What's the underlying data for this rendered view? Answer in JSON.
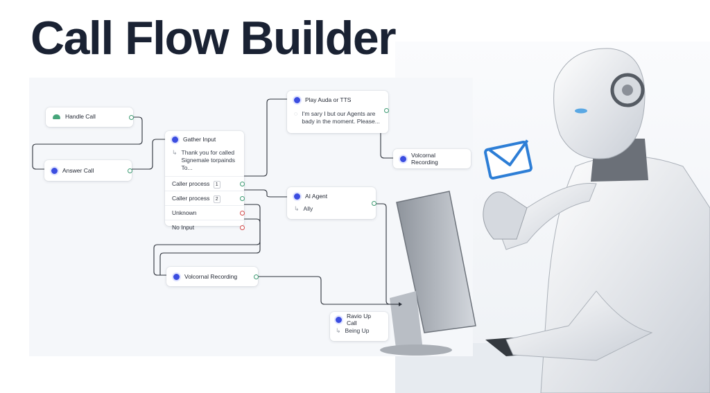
{
  "headline": "Call Flow Builder",
  "nodes": {
    "handle_call": {
      "label": "Handle Call"
    },
    "answer_call": {
      "label": "Answer Call"
    },
    "gather_input": {
      "label": "Gather Input",
      "prompt_line1": "Thank you for called",
      "prompt_line2": "Signemale torpainds To...",
      "options": [
        {
          "label": "Caller process",
          "badge": "1"
        },
        {
          "label": "Caller process",
          "badge": "2"
        },
        {
          "label": "Unknown"
        },
        {
          "label": "No Input"
        }
      ]
    },
    "play_audio": {
      "label": "Play Auda or TTS",
      "text_line1": "I'm sary I but our Agents are",
      "text_line2": "bady in the moment. Please..."
    },
    "recording_top": {
      "label": "Volcornal Recording"
    },
    "ai_agent": {
      "label": "AI Agent",
      "sub": "Ally"
    },
    "recording_bottom": {
      "label": "Volcornal Recording"
    },
    "hangup": {
      "label": "Ravio Up Call",
      "sub": "Being Up"
    }
  },
  "colors": {
    "accent": "#3b4de0",
    "port_ok": "#3c9a72",
    "port_fail": "#d24a4a",
    "title": "#1a2233"
  }
}
